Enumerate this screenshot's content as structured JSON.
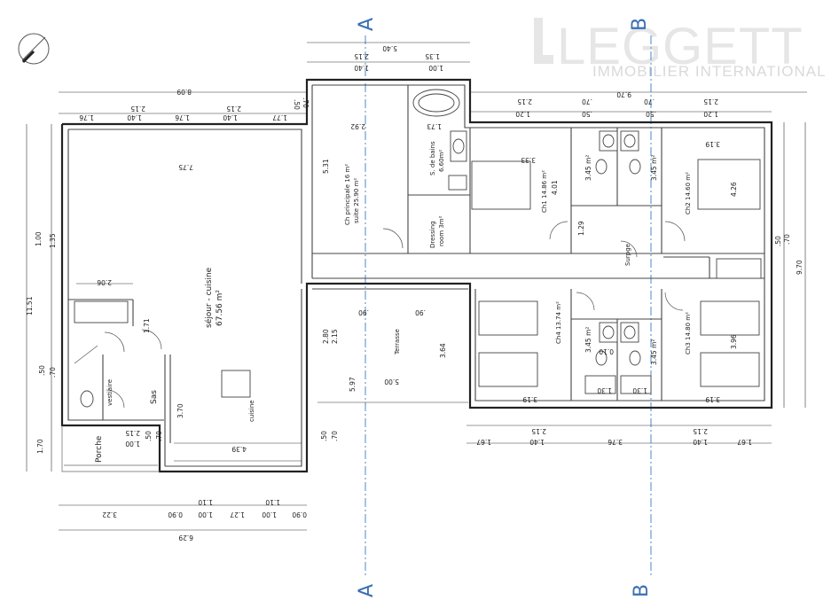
{
  "watermark": {
    "brand": "LEGGETT",
    "tagline": "IMMOBILIER INTERNATIONAL"
  },
  "section_marks": {
    "a_top": "A",
    "a_bottom": "A",
    "b_top": "B",
    "b_bottom": "B"
  },
  "rooms": {
    "sejour": [
      "séjour - cuisine",
      "67.56 m²"
    ],
    "cuisine": "cuisine",
    "sas": "Sas",
    "vestiaire": "vestiaire",
    "porche": "Porche",
    "terrasse": "Terrasse",
    "ch_principale": [
      "Ch principale 16 m²",
      "suite 25.90 m²"
    ],
    "sdb": [
      "S. de bains",
      "6.60m²"
    ],
    "dressing": [
      "Dressing",
      "room 3m²"
    ],
    "ch1": "Ch1 14.86 m²",
    "ch2": "Ch2 14.60 m²",
    "ch3": "Ch3 14.80 m²",
    "ch4": "Ch4 13.74 m²",
    "surface": "Surpge"
  },
  "dimensions": {
    "d540": "5.40",
    "d215a": "2.15",
    "d140a": "1.40",
    "d135a": "1.35",
    "d100a": "1.00",
    "d809": "8.09",
    "d176a": "1.76",
    "d140b": "1.40",
    "d215b": "2.15",
    "d176b": "1.76",
    "d140c": "1.40",
    "d215c": "2.15",
    "d177": "1.77",
    "d50a": ".50",
    "d70a": ".70",
    "d292": "2.92",
    "d173": "1.73",
    "d775": "7.75",
    "d531": "5.31",
    "d970": "9.70",
    "d215d": "2.15",
    "d120a": "1.20",
    "d70b": ".70",
    "d50b": ".50",
    "d70c": ".70",
    "d50c": ".50",
    "d215e": "2.15",
    "d120b": "1.20",
    "d333": "3.33",
    "d319a": "3.19",
    "d401": "4.01",
    "d426": "4.26",
    "d345a": "3.45 m²",
    "d345b": "3.45 m²",
    "d129": "1.29",
    "d100b": "1.00",
    "d135b": "1.35",
    "d1151": "11.51",
    "d206": "2.06",
    "d171": "1.71",
    "d50d": ".50",
    "d70d": ".70",
    "d370": "3.70",
    "d170": "1.70",
    "d215f": "2.15",
    "d100c": "1.00",
    "d50e": ".50",
    "d70e": ".70",
    "d439": "4.39",
    "d50f": ".50",
    "d70f": ".70",
    "d280": "2.80",
    "d215g": "2.15",
    "d597": "5.97",
    "d500": "5.00",
    "d364": "3.64",
    "d90a": ".90",
    "d90b": ".90",
    "d50g": ".50",
    "d70g": ".70",
    "d970b": "9.70",
    "d345c": "3.45 m²",
    "d345d": "3.45 m²",
    "d010": "0.10",
    "d130a": "1.30",
    "d130b": "1.30",
    "d319b": "3.19",
    "d319c": "3.19",
    "d396": "3.96",
    "d167a": "1.67",
    "d140d": "1.40",
    "d215h": "2.15",
    "d376": "3.76",
    "d215i": "2.15",
    "d140e": "1.40",
    "d167b": "1.67",
    "d322": "3.22",
    "d090a": "0.90",
    "d100d": "1.00",
    "d110a": "1.10",
    "d127": "1.27",
    "d110b": "1.10",
    "d100e": "1.00",
    "d090b": "0.90",
    "d629": "6.29"
  }
}
